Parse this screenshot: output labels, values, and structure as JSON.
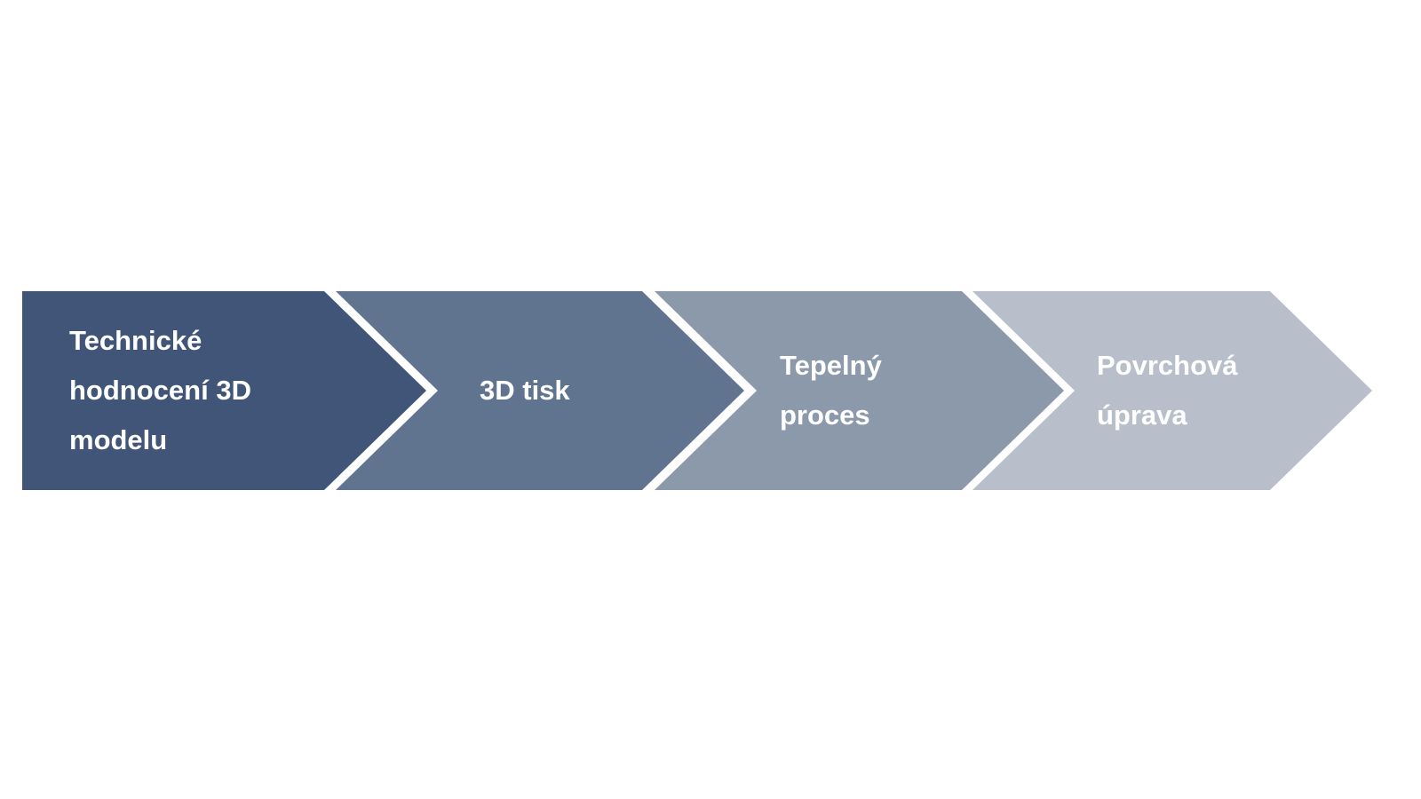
{
  "diagram": {
    "type": "process-flow-chevrons",
    "direction": "left-to-right",
    "steps": [
      {
        "label": "Technické hodnocení 3D modelu",
        "color": "#405577"
      },
      {
        "label": "3D tisk",
        "color": "#61748f"
      },
      {
        "label": "Tepelný proces",
        "color": "#8c99ab"
      },
      {
        "label": "Povrchová úprava",
        "color": "#b8bfca"
      }
    ],
    "text_color": "#ffffff",
    "background_color": "#ffffff"
  }
}
